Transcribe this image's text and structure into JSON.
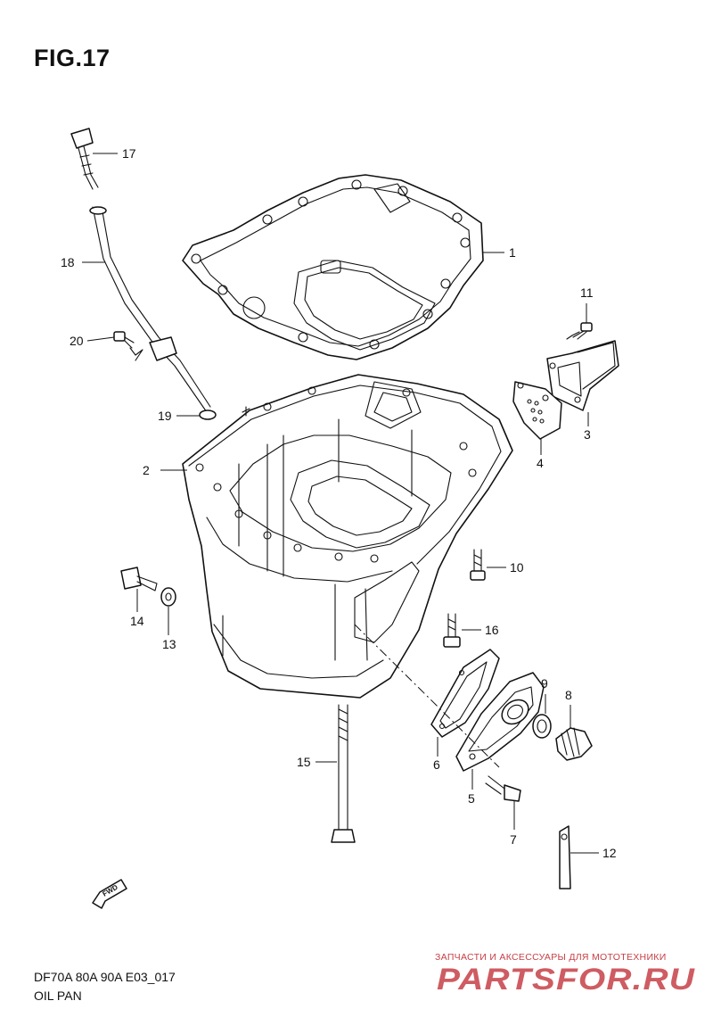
{
  "figure": {
    "title": "FIG.17",
    "model_code": "DF70A 80A 90A E03_017",
    "section_name": "OIL PAN"
  },
  "callouts": [
    "1",
    "2",
    "3",
    "4",
    "5",
    "6",
    "7",
    "8",
    "9",
    "10",
    "11",
    "12",
    "13",
    "14",
    "15",
    "16",
    "17",
    "18",
    "19",
    "20"
  ],
  "fwd_label": "FWD",
  "watermark": {
    "caption": "ЗАПЧАСТИ И АКСЕССУАРЫ ДЛЯ МОТОТЕХНИКИ",
    "logo_text": "PARTSFOR.RU",
    "color": "#c63f46"
  }
}
